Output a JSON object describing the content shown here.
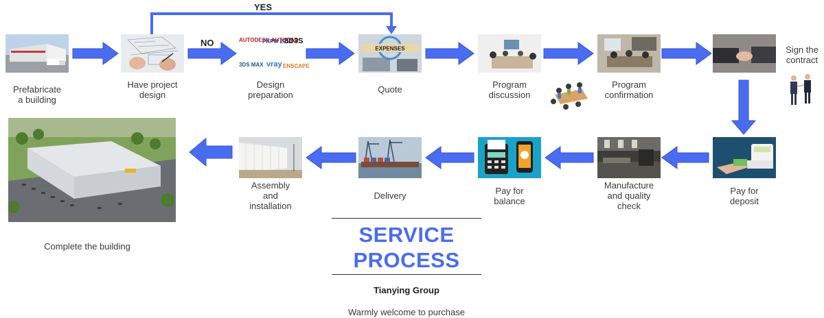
{
  "steps": [
    {
      "id": "prefabricate",
      "label": "Prefabricate\na building"
    },
    {
      "id": "project-design",
      "label": "Have project\ndesign"
    },
    {
      "id": "design-preparation",
      "label": "Design\npreparation"
    },
    {
      "id": "quote",
      "label": "Quote"
    },
    {
      "id": "program-discussion",
      "label": "Program\ndiscussion"
    },
    {
      "id": "program-confirmation",
      "label": "Program\nconfirmation"
    },
    {
      "id": "sign-contract",
      "label": "Sign the\ncontract"
    },
    {
      "id": "pay-deposit",
      "label": "Pay for\ndeposit"
    },
    {
      "id": "manufacture",
      "label": "Manufacture\nand quality\ncheck"
    },
    {
      "id": "pay-balance",
      "label": "Pay for\nbalance"
    },
    {
      "id": "delivery",
      "label": "Delivery"
    },
    {
      "id": "assembly",
      "label": "Assembly\nand\ninstallation"
    },
    {
      "id": "complete",
      "label": "Complete the building"
    }
  ],
  "branches": {
    "yes": "YES",
    "no": "NO"
  },
  "quote_sign": "EXPENSES",
  "software_logos": [
    "AUTODESK AUTOCAD",
    "PKPM 2010",
    "3D3S",
    "3DS MAX",
    "vray",
    "ENSCAPE"
  ],
  "title_line1": "SERVICE",
  "title_line2": "PROCESS",
  "company": "Tianying Group",
  "welcome": "Warmly welcome to purchase",
  "colors": {
    "arrow": "#4a6cf0",
    "title": "#4a6cf0",
    "arrow_edge": "#3652d6"
  }
}
